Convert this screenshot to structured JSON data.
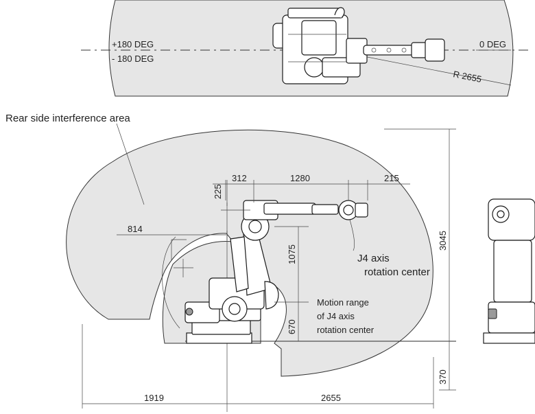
{
  "top_view": {
    "angle_pos": "+180 DEG",
    "angle_neg": "- 180 DEG",
    "angle_zero": "0 DEG",
    "radius": "R 2655"
  },
  "side_view": {
    "rear_area_label": "Rear side interference area",
    "dim_312": "312",
    "dim_1280": "1280",
    "dim_215": "215",
    "dim_225": "225",
    "dim_814": "814",
    "dim_1075": "1075",
    "dim_670": "670",
    "dim_3045": "3045",
    "dim_370": "370",
    "dim_1919": "1919",
    "dim_2655": "2655",
    "j4_label_line1": "J4 axis",
    "j4_label_line2": "rotation center",
    "motion_line1": "Motion range",
    "motion_line2": "of J4 axis",
    "motion_line3": "rotation center"
  }
}
